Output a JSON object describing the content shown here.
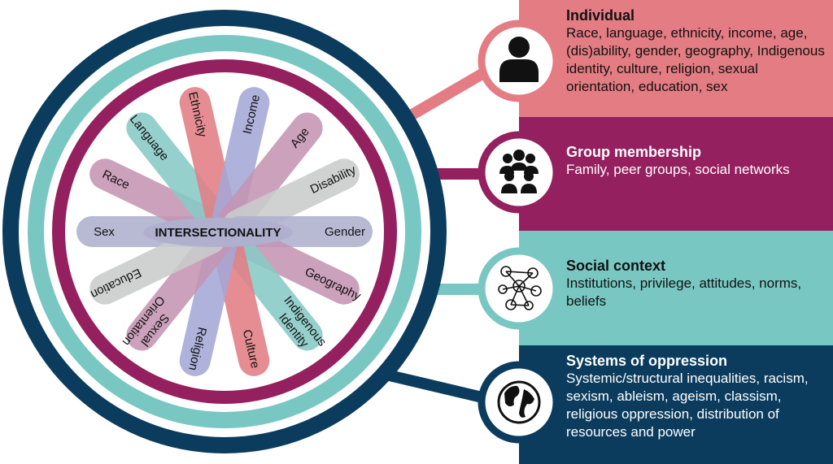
{
  "center_label": "INTERSECTIONALITY",
  "colors": {
    "individual": "#E37C83",
    "group": "#95205F",
    "social": "#78C7C2",
    "systems": "#0B3C5D"
  },
  "factors": [
    {
      "label": "Sex",
      "color": "#AEB0CE"
    },
    {
      "label": "Race",
      "color": "#C594B3"
    },
    {
      "label": "Language",
      "color": "#86CAC5"
    },
    {
      "label": "Ethnicity",
      "color": "#E27D84"
    },
    {
      "label": "Income",
      "color": "#A4A7D6"
    },
    {
      "label": "Age",
      "color": "#C594B3"
    },
    {
      "label": "Disability",
      "color": "#C9CCCC"
    },
    {
      "label": "Gender",
      "color": "#AEB0CE"
    },
    {
      "label": "Geography",
      "color": "#C594B3"
    },
    {
      "label": "Indigenous Identity",
      "color": "#86CAC5"
    },
    {
      "label": "Culture",
      "color": "#E27D84"
    },
    {
      "label": "Religion",
      "color": "#A4A7D6"
    },
    {
      "label": "Sexual Orientation",
      "color": "#C594B3"
    },
    {
      "label": "Education",
      "color": "#C9CCCC"
    }
  ],
  "panels": [
    {
      "title": "Individual",
      "body": "Race, language, ethnicity, income, age, (dis)ability, gender, geography, Indigenous identity, culture, religion, sexual orientation, education, sex",
      "icon": "person-icon"
    },
    {
      "title": "Group membership",
      "body": "Family, peer groups, social networks",
      "icon": "group-icon"
    },
    {
      "title": "Social context",
      "body": "Institutions, privilege, attitudes, norms, beliefs",
      "icon": "network-icon"
    },
    {
      "title": "Systems of oppression",
      "body": "Systemic/structural inequalities, racism, sexism, ableism, ageism, classism, religious oppression, distribution of resources and power",
      "icon": "globe-icon"
    }
  ]
}
